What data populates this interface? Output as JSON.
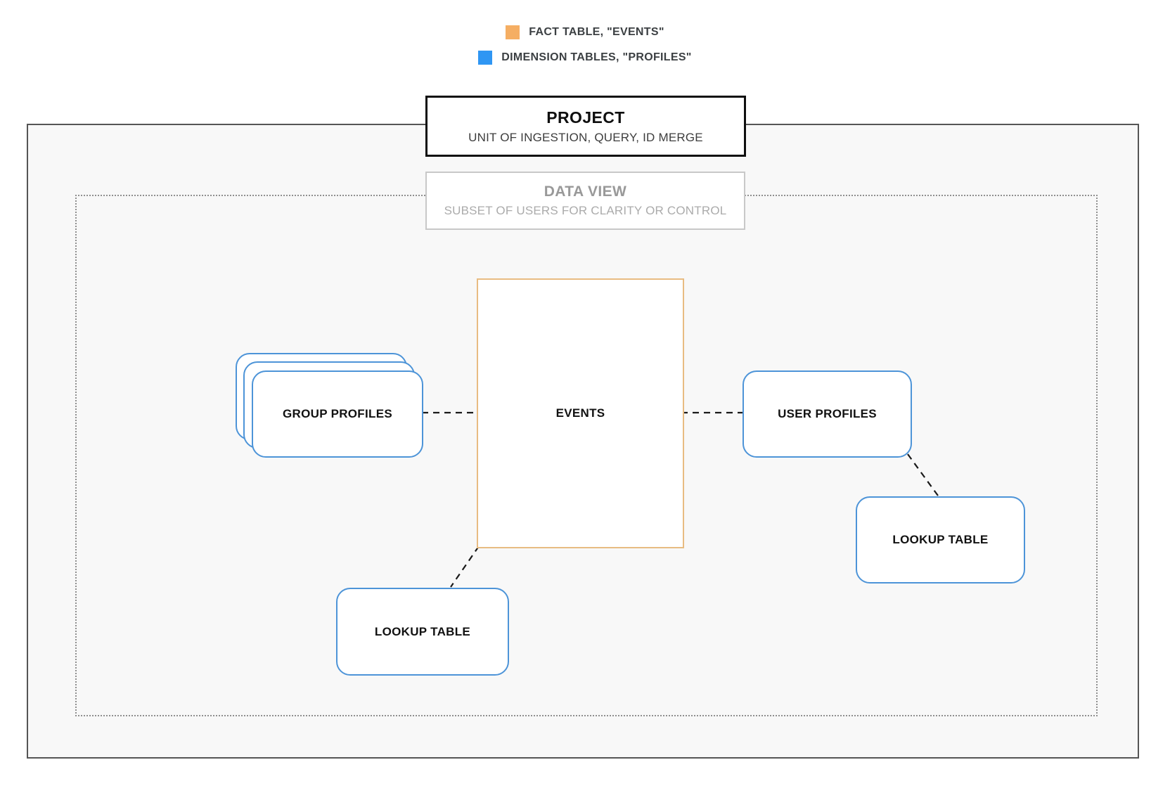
{
  "legend": {
    "items": [
      {
        "id": "fact",
        "label": "FACT TABLE, \"EVENTS\"",
        "color": "#F5AE63"
      },
      {
        "id": "dimension",
        "label": "DIMENSION TABLES, \"PROFILES\"",
        "color": "#2F96F3"
      }
    ]
  },
  "project_box": {
    "title": "PROJECT",
    "subtitle": "UNIT OF INGESTION, QUERY, ID MERGE"
  },
  "data_view_box": {
    "title": "DATA VIEW",
    "subtitle": "SUBSET OF USERS FOR CLARITY OR CONTROL"
  },
  "nodes": {
    "events": {
      "label": "EVENTS",
      "role": "fact-table"
    },
    "group_profiles": {
      "label": "GROUP PROFILES",
      "role": "dimension-table"
    },
    "user_profiles": {
      "label": "USER PROFILES",
      "role": "dimension-table"
    },
    "lookup_table_bottom": {
      "label": "LOOKUP TABLE",
      "role": "dimension-table"
    },
    "lookup_table_right": {
      "label": "LOOKUP TABLE",
      "role": "dimension-table"
    }
  },
  "colors": {
    "fact_accent": "#F5AE63",
    "fact_border": "#E8BC82",
    "dimension_accent": "#2F96F3",
    "dimension_border": "#4D94D8",
    "project_border": "#0F0F0F",
    "data_view_border": "#C8C8C8",
    "boundary_border": "#555555",
    "boundary_fill": "#F8F8F8",
    "connector": "#1A1A1A"
  }
}
